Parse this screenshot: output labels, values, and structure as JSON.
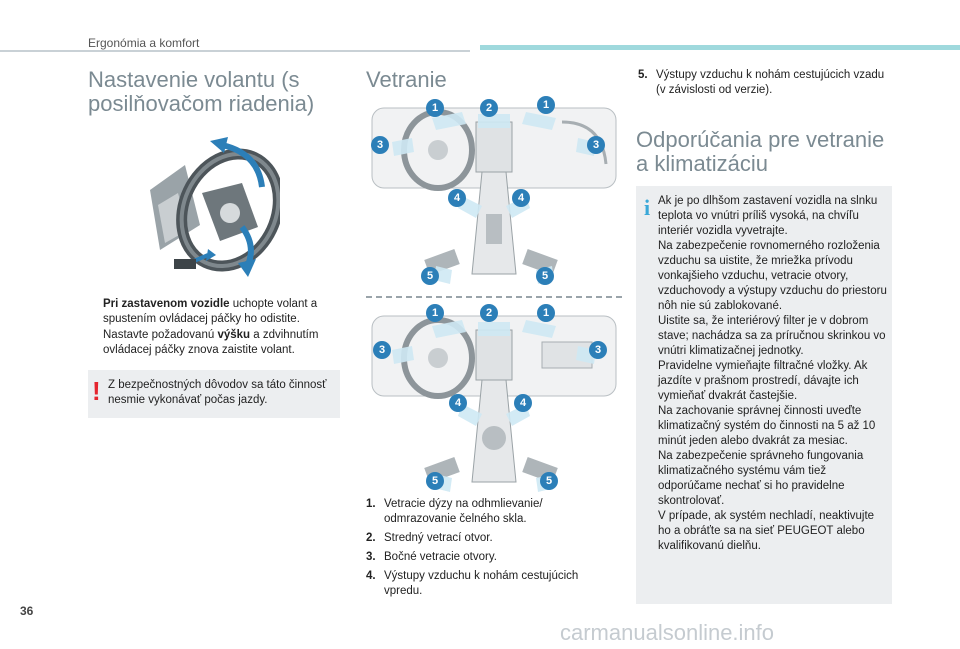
{
  "header": {
    "section": "Ergonómia a komfort"
  },
  "steering": {
    "title": "Nastavenie volantu (s posilňovačom riadenia)",
    "bullets": [
      {
        "bold": "Pri zastavenom vozidle",
        "rest": " uchopte volant a spustením ovládacej páčky ho odistite."
      },
      {
        "pre": "Nastavte požadovanú ",
        "bold": "výšku",
        "rest": " a zdvihnutím ovládacej páčky znova zaistite volant."
      }
    ],
    "bullet_marker": "",
    "warning_icon": "!",
    "warning": "Z bezpečnostných dôvodov sa táto činnosť nesmie vykonávať počas jazdy."
  },
  "ventilation": {
    "title": "Vetranie",
    "diagram_markers": [
      "1",
      "2",
      "1",
      "3",
      "3",
      "4",
      "4",
      "5",
      "5"
    ],
    "items": [
      {
        "num": "1.",
        "text": "Vetracie dýzy na odhmlievanie/ odmrazovanie čelného skla."
      },
      {
        "num": "2.",
        "text": "Stredný vetrací otvor."
      },
      {
        "num": "3.",
        "text": "Bočné vetracie otvory."
      },
      {
        "num": "4.",
        "text": "Výstupy vzduchu k nohám cestujúcich vpredu."
      }
    ],
    "item5": {
      "num": "5.",
      "text": "Výstupy vzduchu k nohám cestujúcich vzadu (v závislosti od verzie)."
    }
  },
  "recommendations": {
    "title": "Odporúčania pre vetranie a klimatizáciu",
    "info_icon": "i",
    "text": [
      "Ak je po dlhšom zastavení vozidla na slnku teplota vo vnútri príliš vysoká, na chvíľu interiér vozidla vyvetrajte.",
      "Na zabezpečenie rovnomerného rozloženia vzduchu sa uistite, že mriežka prívodu vonkajšieho vzduchu, vetracie otvory, vzduchovody a výstupy vzduchu do priestoru nôh nie sú zablokované.",
      "Uistite sa, že interiérový filter je v dobrom stave; nachádza sa za príručnou skrinkou vo vnútri klimatizačnej jednotky.",
      "Pravidelne vymieňajte filtračné vložky. Ak jazdíte v prašnom prostredí, dávajte ich vymieňať dvakrát častejšie.",
      "Na zachovanie správnej činnosti uveďte klimatizačný systém do činnosti na 5 až 10 minút jeden alebo dvakrát za mesiac.",
      "Na zabezpečenie správneho fungovania klimatizačného systému vám tiež odporúčame nechať si ho pravidelne skontrolovať.",
      "V prípade, ak systém nechladí, neaktivujte ho a obráťte sa na sieť PEUGEOT alebo kvalifikovanú dielňu."
    ]
  },
  "footer": {
    "page_number": "36",
    "watermark": "carmanualsonline.info"
  },
  "colors": {
    "accent_teal": "#9fd9dd",
    "title_gray": "#7b8a92",
    "marker_blue": "#2c7fb8",
    "warning_red": "#e5252e",
    "info_blue": "#3aa8d8"
  }
}
